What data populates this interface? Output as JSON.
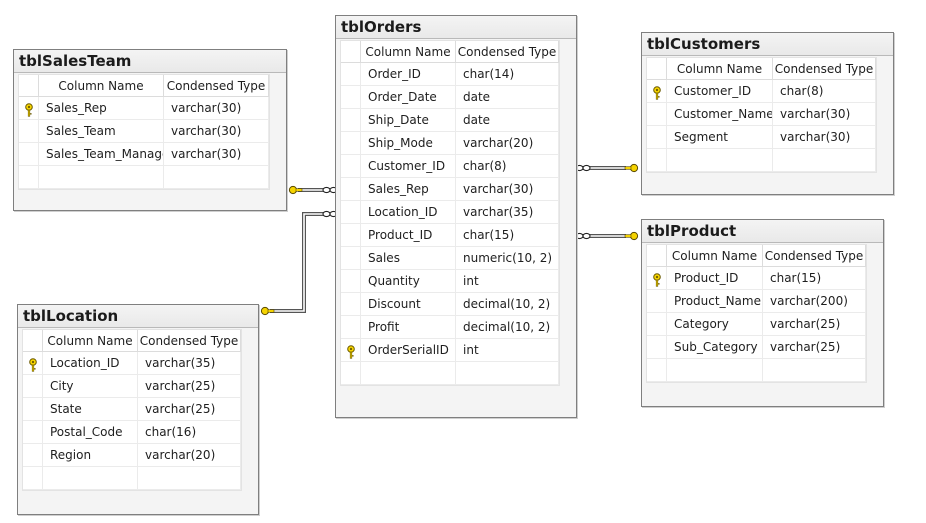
{
  "headers": {
    "name": "Column Name",
    "type": "Condensed Type"
  },
  "colors": {
    "key": "#f5d300",
    "line": "#7a7a7a"
  },
  "icons": {
    "primary_key": "key-icon"
  },
  "tables": [
    {
      "id": "tblSalesTeam",
      "title": "tblSalesTeam",
      "columns": [
        {
          "name": "Sales_Rep",
          "type": "varchar(30)",
          "pk": true
        },
        {
          "name": "Sales_Team",
          "type": "varchar(30)",
          "pk": false
        },
        {
          "name": "Sales_Team_Manager",
          "type": "varchar(30)",
          "pk": false
        }
      ]
    },
    {
      "id": "tblOrders",
      "title": "tblOrders",
      "columns": [
        {
          "name": "Order_ID",
          "type": "char(14)",
          "pk": false
        },
        {
          "name": "Order_Date",
          "type": "date",
          "pk": false
        },
        {
          "name": "Ship_Date",
          "type": "date",
          "pk": false
        },
        {
          "name": "Ship_Mode",
          "type": "varchar(20)",
          "pk": false
        },
        {
          "name": "Customer_ID",
          "type": "char(8)",
          "pk": false
        },
        {
          "name": "Sales_Rep",
          "type": "varchar(30)",
          "pk": false
        },
        {
          "name": "Location_ID",
          "type": "varchar(35)",
          "pk": false
        },
        {
          "name": "Product_ID",
          "type": "char(15)",
          "pk": false
        },
        {
          "name": "Sales",
          "type": "numeric(10, 2)",
          "pk": false
        },
        {
          "name": "Quantity",
          "type": "int",
          "pk": false
        },
        {
          "name": "Discount",
          "type": "decimal(10, 2)",
          "pk": false
        },
        {
          "name": "Profit",
          "type": "decimal(10, 2)",
          "pk": false
        },
        {
          "name": "OrderSerialID",
          "type": "int",
          "pk": true
        }
      ]
    },
    {
      "id": "tblCustomers",
      "title": "tblCustomers",
      "columns": [
        {
          "name": "Customer_ID",
          "type": "char(8)",
          "pk": true
        },
        {
          "name": "Customer_Name",
          "type": "varchar(30)",
          "pk": false
        },
        {
          "name": "Segment",
          "type": "varchar(30)",
          "pk": false
        }
      ]
    },
    {
      "id": "tblProduct",
      "title": "tblProduct",
      "columns": [
        {
          "name": "Product_ID",
          "type": "char(15)",
          "pk": true
        },
        {
          "name": "Product_Name",
          "type": "varchar(200)",
          "pk": false
        },
        {
          "name": "Category",
          "type": "varchar(25)",
          "pk": false
        },
        {
          "name": "Sub_Category",
          "type": "varchar(25)",
          "pk": false
        }
      ]
    },
    {
      "id": "tblLocation",
      "title": "tblLocation",
      "columns": [
        {
          "name": "Location_ID",
          "type": "varchar(35)",
          "pk": true
        },
        {
          "name": "City",
          "type": "varchar(25)",
          "pk": false
        },
        {
          "name": "State",
          "type": "varchar(25)",
          "pk": false
        },
        {
          "name": "Postal_Code",
          "type": "char(16)",
          "pk": false
        },
        {
          "name": "Region",
          "type": "varchar(20)",
          "pk": false
        }
      ]
    }
  ]
}
